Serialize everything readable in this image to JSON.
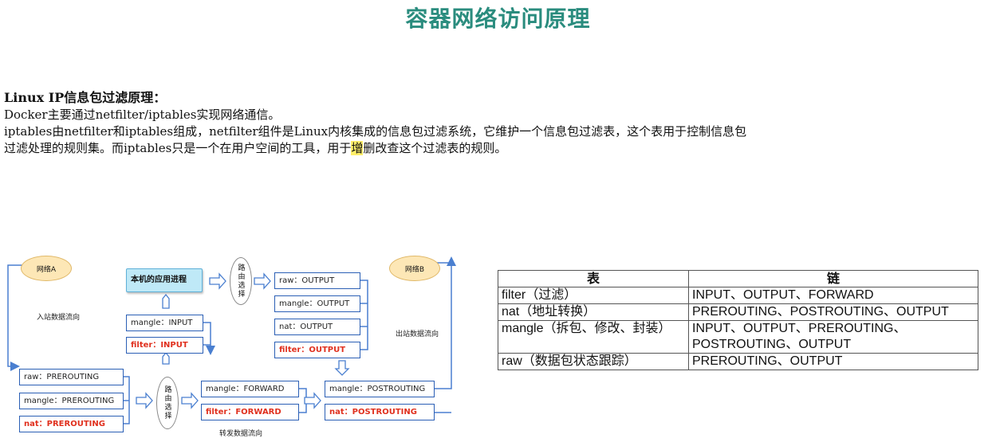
{
  "title": "容器网络访问原理",
  "intro": {
    "heading": "Linux IP信息包过滤原理：",
    "line1": "Docker主要通过netfilter/iptables实现网络通信。",
    "line2": "iptables由netfilter和iptables组成，netfilter组件是Linux内核集成的信息包过滤系统，它维护一个信息包过滤表，这个表用于控制信息包",
    "line3_a": "过滤处理的规则集。而iptables只是一个在用户空间的工具，用于",
    "line3_hl": "增",
    "line3_b": "删改查这个过滤表的规则。"
  },
  "diagram": {
    "cloud_a": "网络A",
    "cloud_b": "网络B",
    "inbound_label": "入站数据流向",
    "outbound_label": "出站数据流向",
    "forward_label": "转发数据流向",
    "app": "本机的应用进程",
    "router_top": "路由选择",
    "router_bottom": "路由选择",
    "mangle_input": "mangle：INPUT",
    "filter_input": "filter：INPUT",
    "raw_output": "raw：OUTPUT",
    "mangle_output": "mangle：OUTPUT",
    "nat_output": "nat：OUTPUT",
    "filter_output": "filter：OUTPUT",
    "raw_prerouting": "raw：PREROUTING",
    "mangle_prerouting": "mangle：PREROUTING",
    "nat_prerouting": "nat：PREROUTING",
    "mangle_forward": "mangle：FORWARD",
    "filter_forward": "filter：FORWARD",
    "mangle_postrouting": "mangle：POSTROUTING",
    "nat_postrouting": "nat：POSTROUTING",
    "colors": {
      "box_border": "#2b5fb5",
      "arrow": "#4a7fd0",
      "red_text": "#e0301e",
      "app_fill": "#bfe9f7",
      "cloud_fill": "#fde7b6"
    }
  },
  "table": {
    "headers": [
      "表",
      "链"
    ],
    "rows": [
      [
        "filter（过滤）",
        "INPUT、OUTPUT、FORWARD"
      ],
      [
        "nat（地址转换）",
        "PREROUTING、POSTROUTING、OUTPUT"
      ],
      [
        "mangle（拆包、修改、封装）",
        "INPUT、OUTPUT、PREROUTING、POSTROUTING、OUTPUT"
      ],
      [
        "raw（数据包状态跟踪）",
        "PREROUTING、OUTPUT"
      ]
    ]
  }
}
